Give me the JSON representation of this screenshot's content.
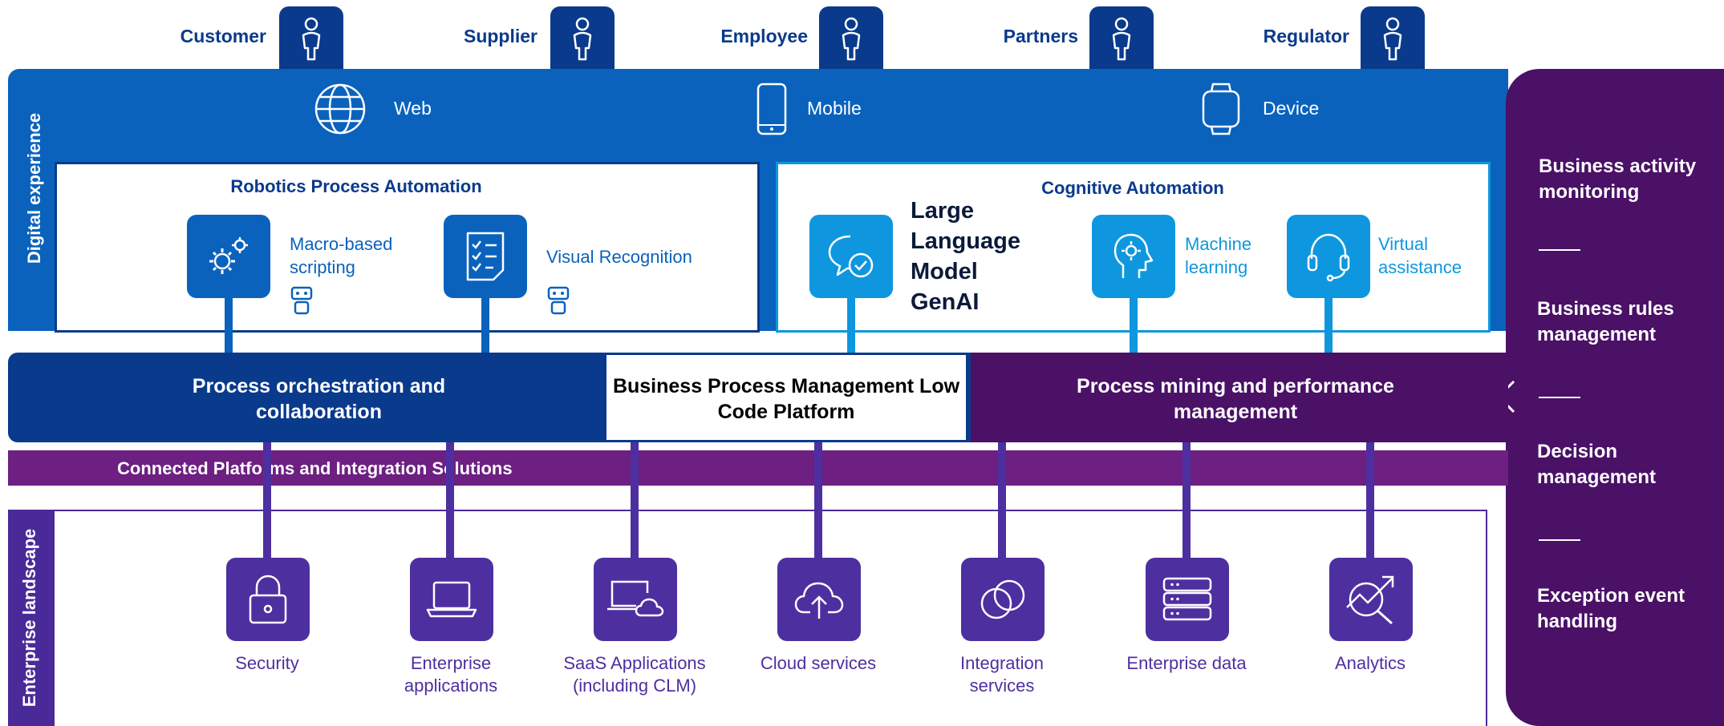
{
  "actors": [
    "Customer",
    "Supplier",
    "Employee",
    "Partners",
    "Regulator"
  ],
  "digital_experience": {
    "label": "Digital experience",
    "channels": [
      {
        "label": "Web",
        "icon": "globe-icon"
      },
      {
        "label": "Mobile",
        "icon": "mobile-icon"
      },
      {
        "label": "Device",
        "icon": "watch-icon"
      }
    ]
  },
  "rpa": {
    "title": "Robotics Process Automation",
    "items": [
      {
        "label": "Macro-based scripting",
        "icon": "gears-icon"
      },
      {
        "label": "Visual Recognition",
        "icon": "checklist-icon"
      }
    ]
  },
  "cognitive": {
    "title": "Cognitive Automation",
    "llm_label": "Large Language Model GenAI",
    "items": [
      {
        "label": "Machine learning",
        "icon": "brain-gear-icon"
      },
      {
        "label": "Virtual assistance",
        "icon": "headset-icon"
      }
    ]
  },
  "middle": {
    "orchestration": "Process orchestration and collaboration",
    "bpm": "Business Process Management Low Code Platform",
    "mining": "Process mining and performance management"
  },
  "integration_bar": "Connected Platforms and Integration Solutions",
  "enterprise": {
    "label": "Enterprise landscape",
    "items": [
      {
        "label": "Security",
        "icon": "lock-icon"
      },
      {
        "label": "Enterprise applications",
        "icon": "laptop-icon"
      },
      {
        "label": "SaaS Applications (including CLM)",
        "icon": "laptop-cloud-icon"
      },
      {
        "label": "Cloud services",
        "icon": "cloud-upload-icon"
      },
      {
        "label": "Integration services",
        "icon": "linked-rings-icon"
      },
      {
        "label": "Enterprise data",
        "icon": "database-icon"
      },
      {
        "label": "Analytics",
        "icon": "analytics-icon"
      }
    ]
  },
  "side_panel": [
    "Business activity monitoring",
    "Business rules management",
    "Decision management",
    "Exception event handling"
  ],
  "colors": {
    "navy": "#0a3a8c",
    "blue": "#0a62bd",
    "cyan": "#0e97de",
    "purple": "#4a1166",
    "violet": "#6d1f82",
    "indigo": "#4e2fa0"
  }
}
